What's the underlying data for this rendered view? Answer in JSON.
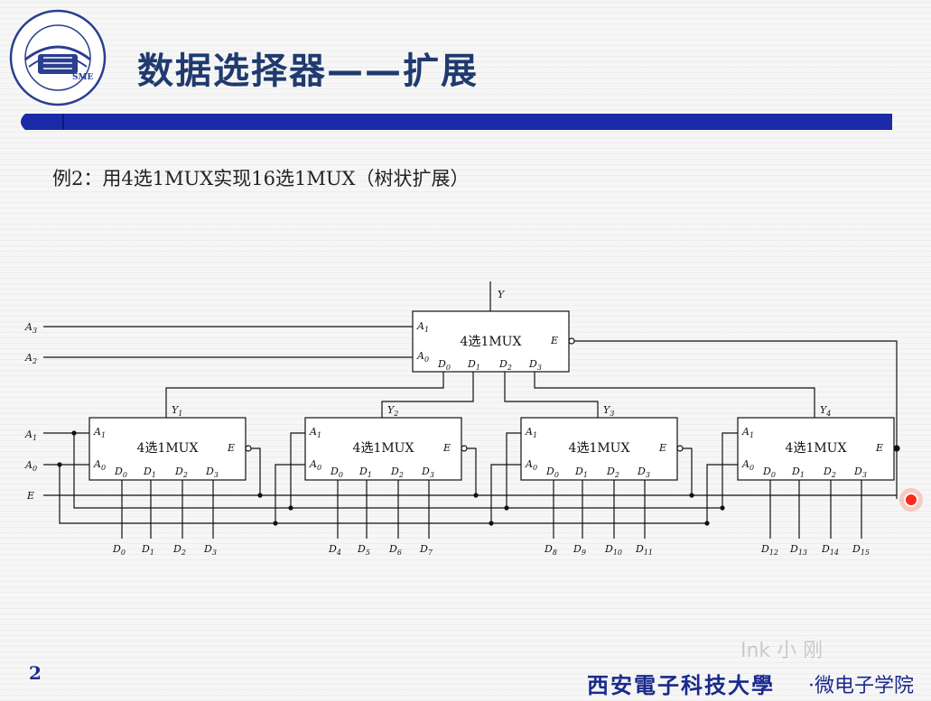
{
  "header": {
    "title": "数据选择器——扩展"
  },
  "subtitle": "例2：用4选1MUX实现16选1MUX（树状扩展）",
  "footer": {
    "page_number": "2",
    "university": "西安電子科技大學",
    "college": "·微电子学院"
  },
  "watermark": "Ink 小 刚",
  "colors": {
    "accent_bar": "#1a2aa8",
    "title": "#1f3a6e",
    "laser_dot": "#ff2a1a"
  },
  "logo": {
    "name": "xidian-university-logo",
    "badge_text": "SME"
  },
  "diagram": {
    "mux_label": "4选1MUX",
    "top_mux": {
      "enable": "E",
      "output": "Y",
      "selects": [
        "A",
        "A"
      ],
      "select_subs": [
        "1",
        "0"
      ],
      "inputs": [
        "D",
        "D",
        "D",
        "D"
      ],
      "input_subs": [
        "0",
        "1",
        "2",
        "3"
      ]
    },
    "global_inputs": {
      "top_selects": [
        "A",
        "A"
      ],
      "top_select_subs": [
        "3",
        "2"
      ],
      "bottom_selects": [
        "A",
        "A"
      ],
      "bottom_select_subs": [
        "1",
        "0"
      ],
      "enable": "E"
    },
    "bottom_muxes": [
      {
        "output": "Y",
        "output_sub": "1",
        "enable": "E",
        "selects": [
          "A",
          "A"
        ],
        "select_subs": [
          "1",
          "0"
        ],
        "inputs": [
          "D",
          "D",
          "D",
          "D"
        ],
        "input_subs": [
          "0",
          "1",
          "2",
          "3"
        ],
        "data_lines": [
          "D",
          "D",
          "D",
          "D"
        ],
        "data_line_subs": [
          "0",
          "1",
          "2",
          "3"
        ]
      },
      {
        "output": "Y",
        "output_sub": "2",
        "enable": "E",
        "selects": [
          "A",
          "A"
        ],
        "select_subs": [
          "1",
          "0"
        ],
        "inputs": [
          "D",
          "D",
          "D",
          "D"
        ],
        "input_subs": [
          "0",
          "1",
          "2",
          "3"
        ],
        "data_lines": [
          "D",
          "D",
          "D",
          "D"
        ],
        "data_line_subs": [
          "4",
          "5",
          "6",
          "7"
        ]
      },
      {
        "output": "Y",
        "output_sub": "3",
        "enable": "E",
        "selects": [
          "A",
          "A"
        ],
        "select_subs": [
          "1",
          "0"
        ],
        "inputs": [
          "D",
          "D",
          "D",
          "D"
        ],
        "input_subs": [
          "0",
          "1",
          "2",
          "3"
        ],
        "data_lines": [
          "D",
          "D",
          "D",
          "D"
        ],
        "data_line_subs": [
          "8",
          "9",
          "10",
          "11"
        ]
      },
      {
        "output": "Y",
        "output_sub": "4",
        "enable": "E",
        "selects": [
          "A",
          "A"
        ],
        "select_subs": [
          "1",
          "0"
        ],
        "inputs": [
          "D",
          "D",
          "D",
          "D"
        ],
        "input_subs": [
          "0",
          "1",
          "2",
          "3"
        ],
        "data_lines": [
          "D",
          "D",
          "D",
          "D"
        ],
        "data_line_subs": [
          "12",
          "13",
          "14",
          "15"
        ]
      }
    ]
  }
}
